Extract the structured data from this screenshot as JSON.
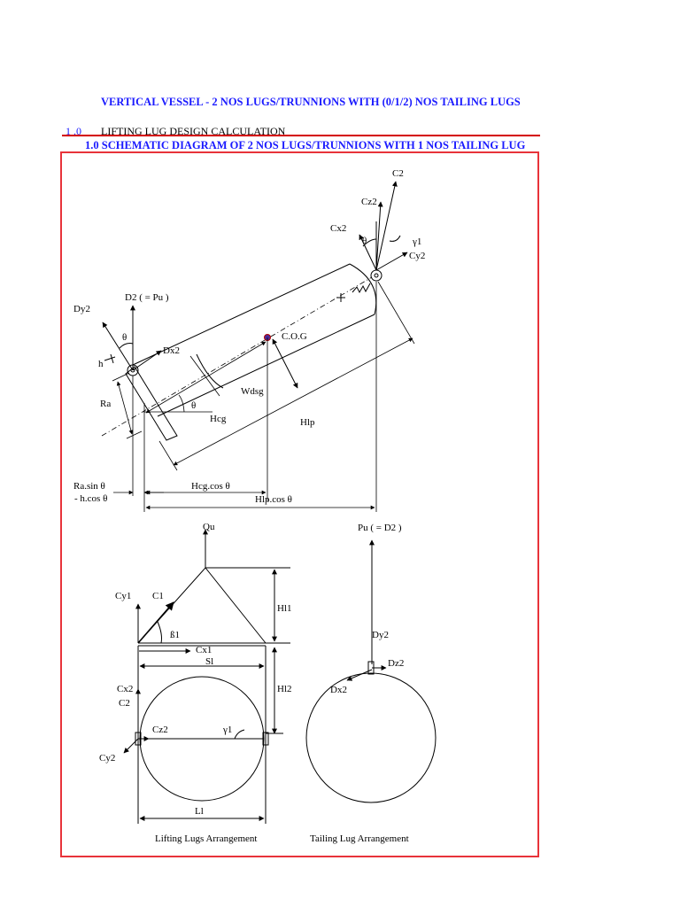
{
  "header": {
    "title": "VERTICAL VESSEL - 2 NOS LUGS/TRUNNIONS WITH (0/1/2) NOS TAILING LUGS",
    "section_number": "1 .0",
    "section_title": "LIFTING LUG DESIGN CALCULATION",
    "subsection_title": "1.0 SCHEMATIC DIAGRAM OF 2 NOS LUGS/TRUNNIONS WITH 1 NOS TAILING LUG"
  },
  "diagram": {
    "labels": {
      "c2": "C2",
      "cz2": "Cz2",
      "cx2": "Cx2",
      "theta_top": "θ",
      "gamma1_top": "γ1",
      "cy2": "Cy2",
      "d2": "D2 ( = Pu )",
      "dy2": "Dy2",
      "theta_left": "θ",
      "dx2": "Dx2",
      "cog": "C.O.G",
      "h": "h",
      "ra": "Ra",
      "wdsg": "Wdsg",
      "theta_angle": "θ",
      "hcg": "Hcg",
      "hlp": "Hlp",
      "ra_sin": "Ra.sin θ",
      "h_cos": "- h.cos θ",
      "hcg_cos": "Hcg.cos θ",
      "hlp_cos": "Hlp.cos θ"
    },
    "lifting": {
      "qu": "Qu",
      "cy1": "Cy1",
      "c1": "C1",
      "beta1": "ß1",
      "hl1": "Hl1",
      "cx1": "Cx1",
      "sl": "Sl",
      "cx2": "Cx2",
      "c2": "C2",
      "hl2": "Hl2",
      "cz2": "Cz2",
      "gamma1": "γ1",
      "cy2": "Cy2",
      "ll": "Ll",
      "caption": "Lifting Lugs Arrangement"
    },
    "tailing": {
      "pu": "Pu  ( = D2 )",
      "dy2": "Dy2",
      "dz2": "Dz2",
      "dx2": "Dx2",
      "caption": "Tailing Lug Arrangement"
    }
  }
}
